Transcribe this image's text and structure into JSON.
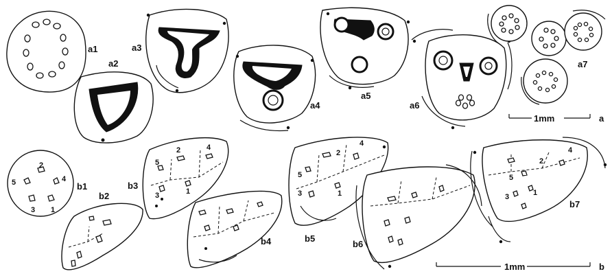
{
  "panel_a": {
    "labels": [
      "a1",
      "a2",
      "a3",
      "a4",
      "a5",
      "a6",
      "a7"
    ],
    "scale_label": "1mm",
    "panel_letter": "a"
  },
  "panel_b": {
    "labels": [
      "b1",
      "b2",
      "b3",
      "b4",
      "b5",
      "b6",
      "b7"
    ],
    "scale_label": "1mm",
    "panel_letter": "b"
  },
  "bundle_numbers": {
    "b1": [
      "2",
      "5",
      "4",
      "3",
      "1"
    ],
    "b3": [
      "2",
      "4",
      "5",
      "3",
      "1"
    ],
    "b5": [
      "2",
      "4",
      "5",
      "3",
      "1"
    ],
    "b7": [
      "2",
      "4",
      "5",
      "3",
      "1"
    ]
  }
}
